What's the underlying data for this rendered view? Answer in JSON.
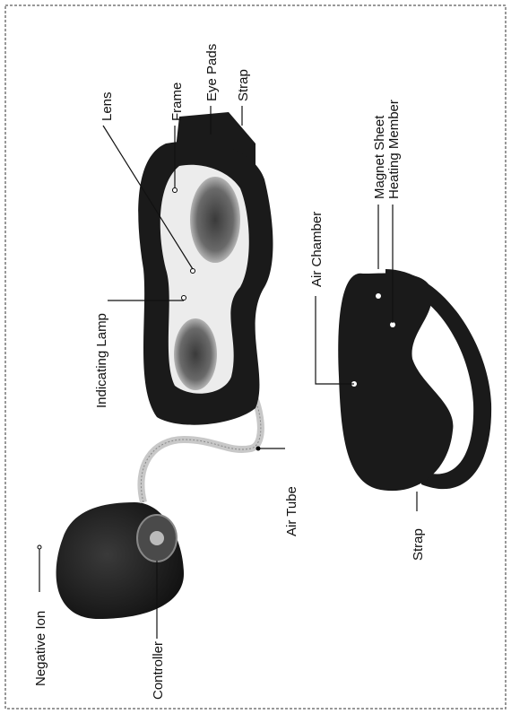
{
  "labels": {
    "negative_ion": "Negative Ion",
    "controller": "Controller",
    "air_tube": "Air Tube",
    "indicating_lamp": "Indicating Lamp",
    "lens": "Lens",
    "frame": "Frame",
    "eye_pads": "Eye Pads",
    "strap_top": "Strap",
    "air_chamber": "Air Chamber",
    "magnet_sheet": "Magnet Sheet",
    "heating_member": "Heating Member",
    "strap_bottom": "Strap"
  },
  "colors": {
    "device_dark": "#1a1a1a",
    "device_mid": "#3a3a3a",
    "lens_light": "#e8e8e8",
    "line": "#111111",
    "page_border": "#777777"
  }
}
